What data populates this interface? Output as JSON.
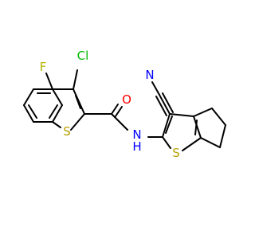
{
  "atoms": {
    "cl": {
      "text": "Cl",
      "color": "#00b800"
    },
    "f": {
      "text": "F",
      "color": "#b3b300"
    },
    "s1": {
      "text": "S",
      "color": "#b8a000"
    },
    "o": {
      "text": "O",
      "color": "#ff0000"
    },
    "n_amide": {
      "text": "N",
      "color": "#0000ff"
    },
    "h_amide": {
      "text": "H",
      "color": "#0000ff"
    },
    "s2": {
      "text": "S",
      "color": "#b8a000"
    },
    "n_nitrile": {
      "text": "N",
      "color": "#0000ff"
    }
  }
}
